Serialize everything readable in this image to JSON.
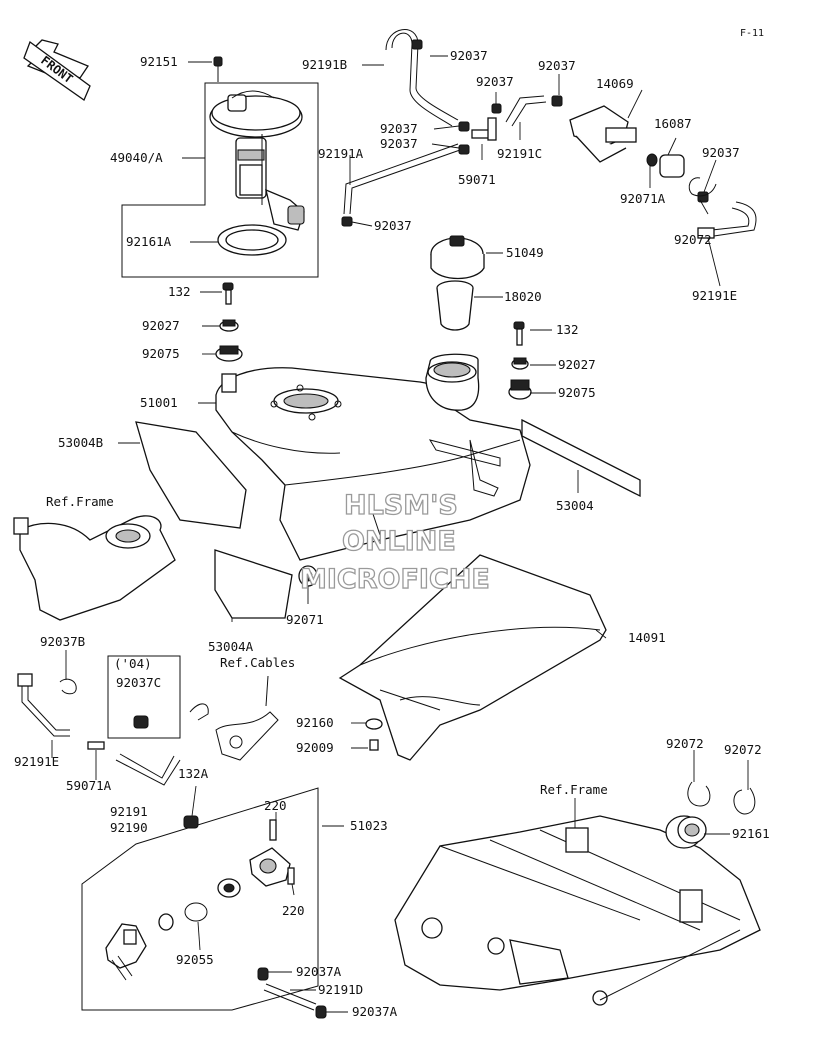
{
  "page_ref": "F-11",
  "front_arrow_label": "FRONT",
  "watermark": [
    "HLSM'S",
    "ONLINE",
    "MICROFICHE"
  ],
  "callouts": [
    {
      "id": "c-92151",
      "text": "92151"
    },
    {
      "id": "c-92191b",
      "text": "92191B"
    },
    {
      "id": "c-92037-top",
      "text": "92037"
    },
    {
      "id": "c-92037-b",
      "text": "92037"
    },
    {
      "id": "c-92037-c",
      "text": "92037"
    },
    {
      "id": "c-14069",
      "text": "14069"
    },
    {
      "id": "c-49040a",
      "text": "49040/A"
    },
    {
      "id": "c-92037-d",
      "text": "92037"
    },
    {
      "id": "c-92037-e",
      "text": "92037"
    },
    {
      "id": "c-92191a",
      "text": "92191A"
    },
    {
      "id": "c-92191c",
      "text": "92191C"
    },
    {
      "id": "c-59071",
      "text": "59071"
    },
    {
      "id": "c-16087",
      "text": "16087"
    },
    {
      "id": "c-92037-f",
      "text": "92037"
    },
    {
      "id": "c-92071a",
      "text": "92071A"
    },
    {
      "id": "c-92037-g",
      "text": "92037"
    },
    {
      "id": "c-92161a",
      "text": "92161A"
    },
    {
      "id": "c-51049",
      "text": "51049"
    },
    {
      "id": "c-92072-top",
      "text": "92072"
    },
    {
      "id": "c-92191e-top",
      "text": "92191E"
    },
    {
      "id": "c-132-left",
      "text": "132"
    },
    {
      "id": "c-18020",
      "text": "18020"
    },
    {
      "id": "c-92027-left",
      "text": "92027"
    },
    {
      "id": "c-132-right",
      "text": "132"
    },
    {
      "id": "c-92075-left",
      "text": "92075"
    },
    {
      "id": "c-92027-right",
      "text": "92027"
    },
    {
      "id": "c-51001",
      "text": "51001"
    },
    {
      "id": "c-92075-right",
      "text": "92075"
    },
    {
      "id": "c-53004b",
      "text": "53004B"
    },
    {
      "id": "c-ref-frame-1",
      "text": "Ref.Frame"
    },
    {
      "id": "c-53004",
      "text": "53004"
    },
    {
      "id": "c-92071",
      "text": "92071"
    },
    {
      "id": "c-92037b",
      "text": "92037B"
    },
    {
      "id": "c-53004a",
      "text": "53004A"
    },
    {
      "id": "c-14091",
      "text": "14091"
    },
    {
      "id": "c-04",
      "text": "('04)"
    },
    {
      "id": "c-ref-cables",
      "text": "Ref.Cables"
    },
    {
      "id": "c-92037c",
      "text": "92037C"
    },
    {
      "id": "c-92160",
      "text": "92160"
    },
    {
      "id": "c-92009",
      "text": "92009"
    },
    {
      "id": "c-92191e-bottom",
      "text": "92191E"
    },
    {
      "id": "c-59071a",
      "text": "59071A"
    },
    {
      "id": "c-132a",
      "text": "132A"
    },
    {
      "id": "c-92072-b1",
      "text": "92072"
    },
    {
      "id": "c-92072-b2",
      "text": "92072"
    },
    {
      "id": "c-92191",
      "text": "92191"
    },
    {
      "id": "c-92190",
      "text": "92190"
    },
    {
      "id": "c-ref-frame-2",
      "text": "Ref.Frame"
    },
    {
      "id": "c-220-top",
      "text": "220"
    },
    {
      "id": "c-51023",
      "text": "51023"
    },
    {
      "id": "c-92161",
      "text": "92161"
    },
    {
      "id": "c-220-bottom",
      "text": "220"
    },
    {
      "id": "c-92055",
      "text": "92055"
    },
    {
      "id": "c-92037a-1",
      "text": "92037A"
    },
    {
      "id": "c-92191d",
      "text": "92191D"
    },
    {
      "id": "c-92037a-2",
      "text": "92037A"
    }
  ]
}
